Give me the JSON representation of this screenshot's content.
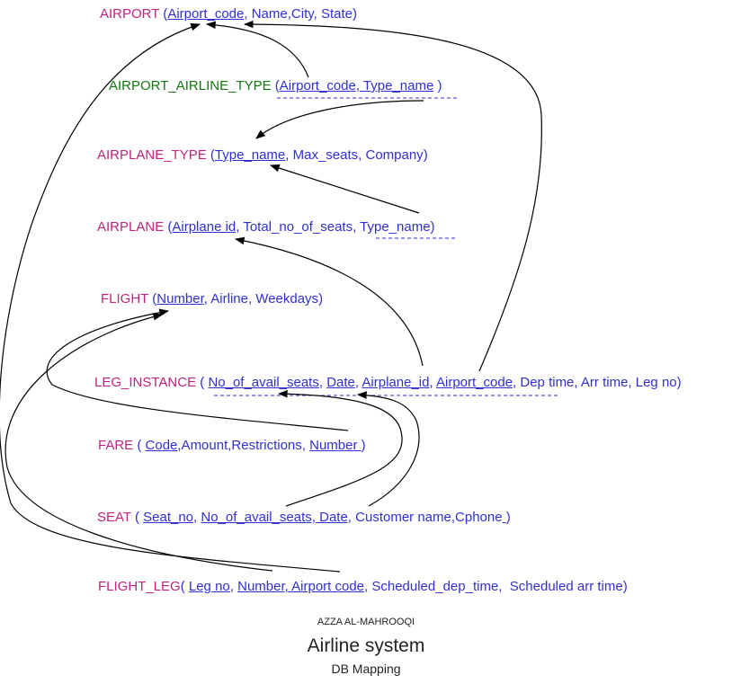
{
  "relations": [
    {
      "id": "airport",
      "name": "AIRPORT",
      "name_color": "magenta",
      "open": " (",
      "close": ")",
      "attributes": [
        {
          "text": "Airport_code",
          "key": true
        },
        {
          "text": ", ",
          "sep": true
        },
        {
          "text": "Name,City, State",
          "key": false
        }
      ]
    },
    {
      "id": "airport_airline_type",
      "name": "AIRPORT_AIRLINE_TYPE",
      "name_color": "green",
      "open": " (",
      "close": " )",
      "attributes": [
        {
          "text": "Airport_code, Type_name",
          "key": true
        }
      ]
    },
    {
      "id": "airplane_type",
      "name": "AIRPLANE_TYPE",
      "name_color": "magenta",
      "open": " (",
      "close": ")",
      "attributes": [
        {
          "text": "Type_name",
          "key": true
        },
        {
          "text": ", Max_seats, Company",
          "key": false
        }
      ]
    },
    {
      "id": "airplane",
      "name": "AIRPLANE",
      "name_color": "magenta",
      "open": " (",
      "close": ")",
      "attributes": [
        {
          "text": "Airplane id",
          "key": true
        },
        {
          "text": ", Total_no_of_seats, ",
          "key": false
        },
        {
          "text": "Type_name",
          "key": false
        }
      ]
    },
    {
      "id": "flight",
      "name": "FLIGHT",
      "name_color": "magenta",
      "open": " (",
      "close": ")",
      "attributes": [
        {
          "text": "Number",
          "key": true
        },
        {
          "text": ", Airline, Weekdays",
          "key": false
        }
      ]
    },
    {
      "id": "leg_instance",
      "name": "LEG_INSTANCE",
      "name_color": "magenta",
      "open": " ( ",
      "close": ")",
      "attributes": [
        {
          "text": "No_of_avail_seats",
          "key": true
        },
        {
          "text": ", ",
          "sep": true
        },
        {
          "text": "Date",
          "key": true
        },
        {
          "text": ", ",
          "sep": true
        },
        {
          "text": "Airplane_id",
          "key": true
        },
        {
          "text": ", ",
          "sep": true
        },
        {
          "text": "Airport_code",
          "key": true
        },
        {
          "text": ", Dep time, Arr time, Leg no",
          "key": false
        }
      ]
    },
    {
      "id": "fare",
      "name": "FARE",
      "name_color": "magenta",
      "open": " ( ",
      "close": ")",
      "attributes": [
        {
          "text": "Code",
          "key": true
        },
        {
          "text": ",Amount,Restrictions, ",
          "key": false
        },
        {
          "text": "Number ",
          "key": true
        }
      ]
    },
    {
      "id": "seat",
      "name": "SEAT",
      "name_color": "magenta",
      "open": " ( ",
      "close": ")",
      "attributes": [
        {
          "text": "Seat_no",
          "key": true
        },
        {
          "text": ", ",
          "sep": true
        },
        {
          "text": "No_of_avail_seats, Date,",
          "key": true
        },
        {
          "text": " Customer name,Cphone",
          "key": false
        },
        {
          "text": " ",
          "key": true
        }
      ]
    },
    {
      "id": "flight_leg",
      "name": "FLIGHT_LEG",
      "name_color": "magenta",
      "open": "( ",
      "close": ")",
      "attributes": [
        {
          "text": "Leg no",
          "key": true
        },
        {
          "text": ", ",
          "sep": true
        },
        {
          "text": "Number, Airport code,",
          "key": true
        },
        {
          "text": " Scheduled_dep_time,  Scheduled arr time",
          "key": false
        }
      ]
    }
  ],
  "footer": {
    "author": "AZZA AL-MAHROOQI",
    "title": "Airline system",
    "subtitle": "DB Mapping"
  },
  "colors": {
    "magenta": "#c0237d",
    "green": "#12790f",
    "blue": "#3030d0",
    "arrow": "#000000",
    "dashed_underline": "#3030d0"
  }
}
